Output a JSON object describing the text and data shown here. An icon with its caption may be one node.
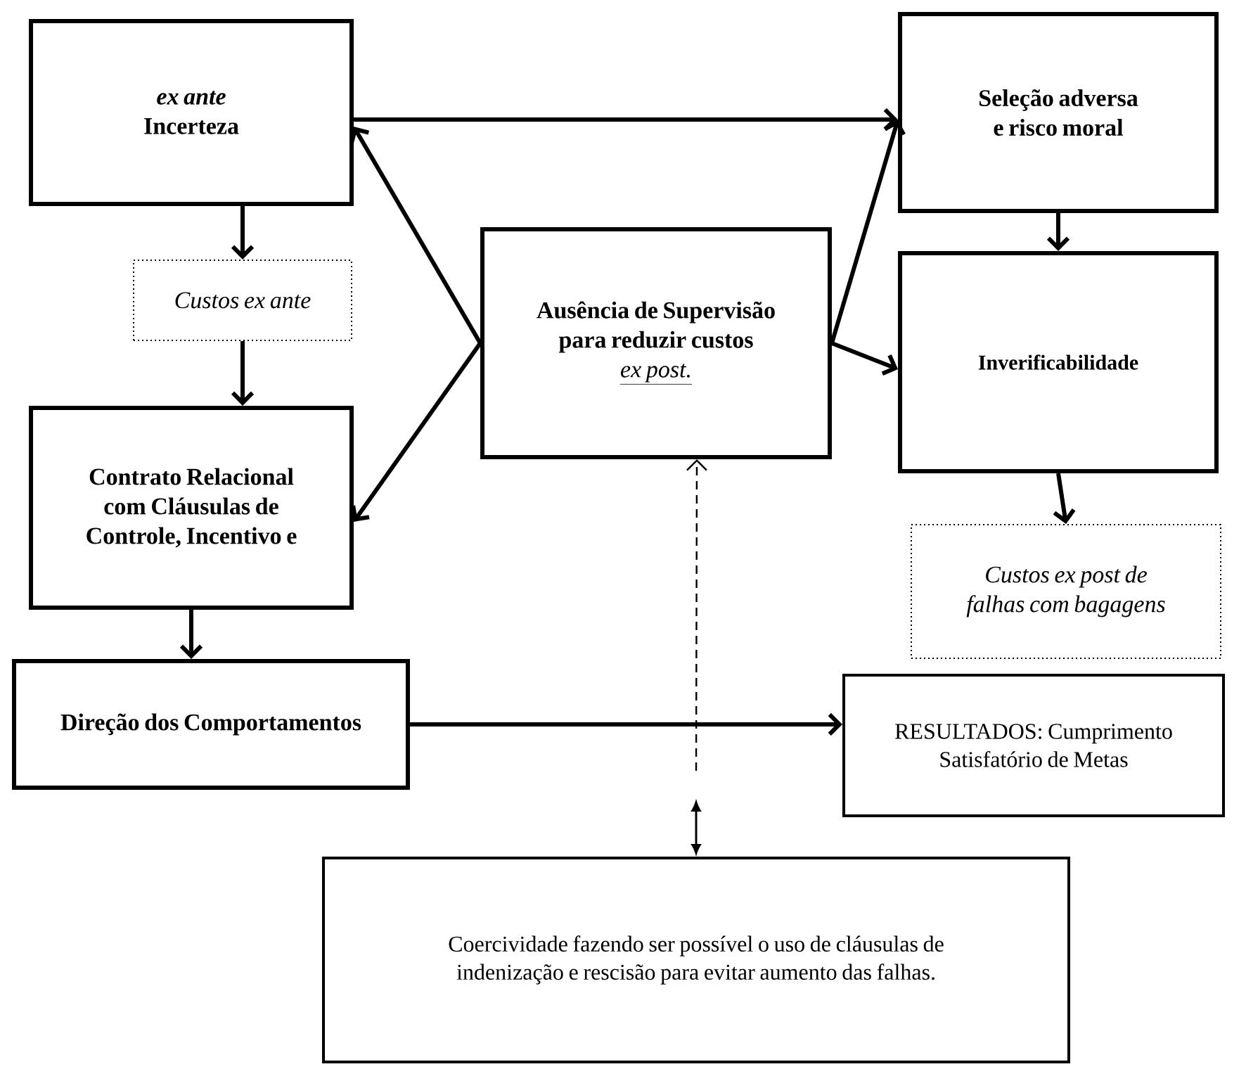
{
  "diagram": {
    "nodes": [
      {
        "text": [
          "ex ante",
          "Incerteza"
        ]
      },
      {
        "text": [
          "Custos ex ante"
        ]
      },
      {
        "text": [
          "Contrato Relacional com Cláusulas de Controle, Incentivo e"
        ]
      },
      {
        "text": [
          "Direção dos Comportamentos"
        ]
      },
      {
        "text": [
          "Ausência de Supervisão para reduzir custos",
          "ex post."
        ]
      },
      {
        "text": [
          "Seleção adversa e risco moral"
        ]
      },
      {
        "text": [
          "Inverificabilidade"
        ]
      },
      {
        "text": [
          "Custos ex post de falhas com bagagens"
        ]
      },
      {
        "text": [
          "RESULTADOS: Cumprimento Satisfatório de Metas"
        ]
      },
      {
        "text": [
          "Coercividade fazendo ser possível o uso de cláusulas de indenização e rescisão para evitar aumento das falhas."
        ]
      }
    ],
    "edges": [
      {
        "from": 0,
        "to": 1,
        "arrow": "to"
      },
      {
        "from": 1,
        "to": 2,
        "arrow": "to"
      },
      {
        "from": 2,
        "to": 3,
        "arrow": "to"
      },
      {
        "from": 4,
        "to": 0,
        "arrow": "to"
      },
      {
        "from": 4,
        "to": 2,
        "arrow": "to"
      },
      {
        "from": 0,
        "to": 5,
        "arrow": "to"
      },
      {
        "from": 4,
        "to": 5,
        "arrow": "to"
      },
      {
        "from": 4,
        "to": 6,
        "arrow": "to"
      },
      {
        "from": 5,
        "to": 6,
        "arrow": "to"
      },
      {
        "from": 6,
        "to": 7,
        "arrow": "to"
      },
      {
        "from": 3,
        "to": 8,
        "arrow": "to"
      },
      {
        "from": null,
        "to": 4,
        "arrow": "to",
        "style": "dashed"
      },
      {
        "from": null,
        "to": 9,
        "arrow": "both"
      }
    ]
  }
}
